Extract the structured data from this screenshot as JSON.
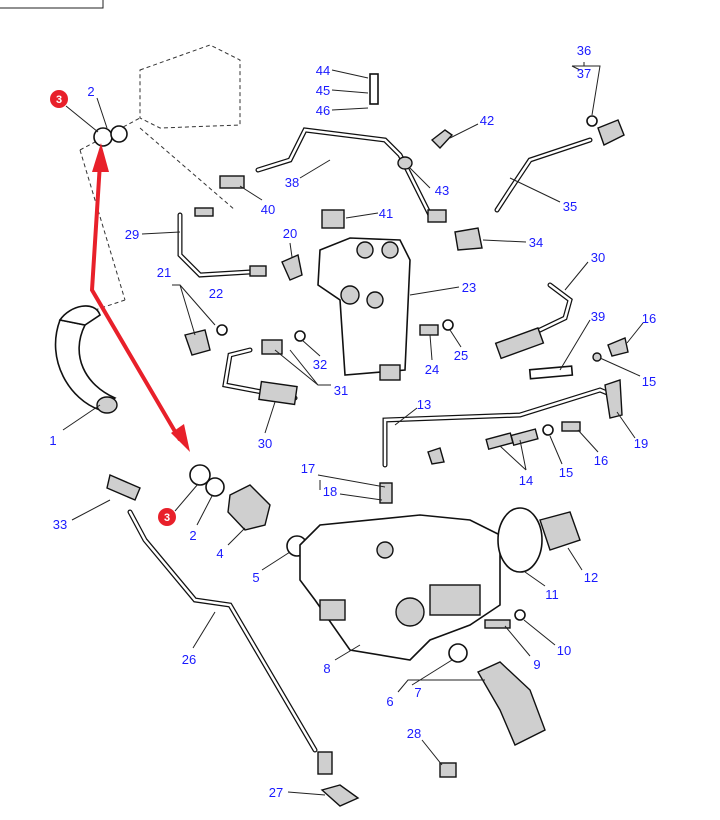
{
  "callouts": {
    "c44": "44",
    "c45": "45",
    "c46": "46",
    "c42": "42",
    "c43": "43",
    "c38": "38",
    "c40": "40",
    "c41": "41",
    "c36": "36",
    "c37": "37",
    "c35": "35",
    "c34": "34",
    "c29": "29",
    "c20": "20",
    "c21": "21",
    "c22": "22",
    "c23": "23",
    "c30a": "30",
    "c39": "39",
    "c16a": "16",
    "c15a": "15",
    "c25": "25",
    "c24": "24",
    "c32": "32",
    "c31": "31",
    "c30b": "30",
    "c13": "13",
    "c19": "19",
    "c16b": "16",
    "c15b": "15",
    "c14": "14",
    "c17": "17",
    "c18": "18",
    "c1": "1",
    "c2a": "2",
    "c2b": "2",
    "c4": "4",
    "c5": "5",
    "c33": "33",
    "c11": "11",
    "c12": "12",
    "c10": "10",
    "c9": "9",
    "c8": "8",
    "c26": "26",
    "c7": "7",
    "c6": "6",
    "c28": "28",
    "c27": "27"
  },
  "highlight": {
    "badge_label_top": "3",
    "badge_label_bottom": "3",
    "color": "#e8202a",
    "label_color": "#1a1aff"
  }
}
